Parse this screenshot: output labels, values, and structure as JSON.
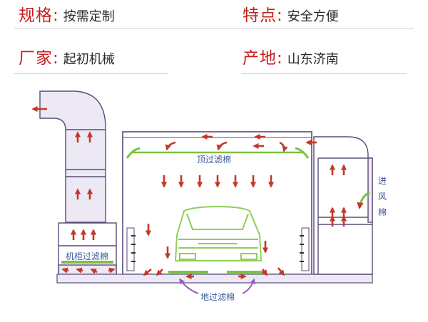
{
  "specs": {
    "spec": {
      "label": "规格:",
      "value": "按需定制"
    },
    "feature": {
      "label": "特点:",
      "value": "安全方便"
    },
    "maker": {
      "label": "厂家:",
      "value": "起初机械"
    },
    "origin": {
      "label": "产地:",
      "value": "山东济南"
    }
  },
  "diagram": {
    "top_filter": "顶过滤棉",
    "cabinet_filter": "机柜过滤棉",
    "floor_filter": "地过滤棉",
    "intake_filter": [
      "进",
      "风",
      "棉"
    ]
  },
  "colors": {
    "label_red": "#c81e1e",
    "arrow_red": "#c0392b",
    "outline": "#5a4a78",
    "duct_fill": "#ece9f5",
    "filter_green": "#7cc242",
    "car_green": "#8ed05a",
    "pointer_purple": "#9b59b6"
  }
}
